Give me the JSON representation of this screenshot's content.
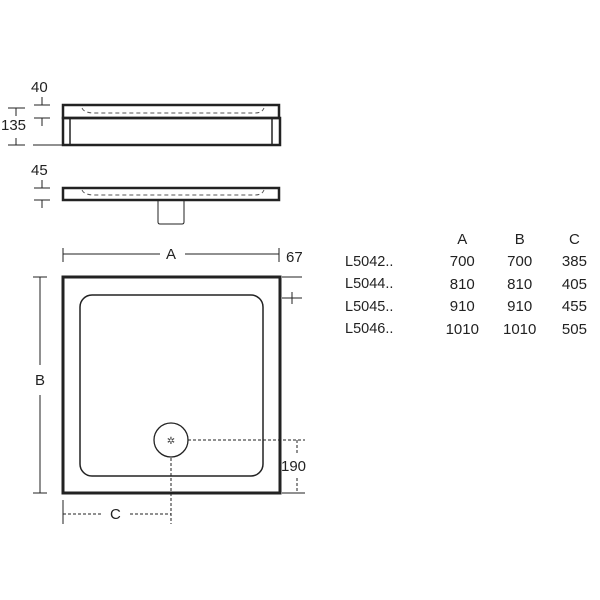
{
  "dimensions": {
    "side_height_total": "135",
    "side_rim_height": "40",
    "low_profile_height": "45",
    "width_label": "A",
    "length_label": "B",
    "waste_offset_label": "C",
    "edge_offset": "67",
    "waste_from_edge": "190"
  },
  "table": {
    "headers": [
      "",
      "A",
      "B",
      "C"
    ],
    "rows": [
      {
        "code": "L5042..",
        "a": "700",
        "b": "700",
        "c": "385"
      },
      {
        "code": "L5044..",
        "a": "810",
        "b": "810",
        "c": "405"
      },
      {
        "code": "L5045..",
        "a": "910",
        "b": "910",
        "c": "455"
      },
      {
        "code": "L5046..",
        "a": "1010",
        "b": "1010",
        "c": "505"
      }
    ]
  }
}
